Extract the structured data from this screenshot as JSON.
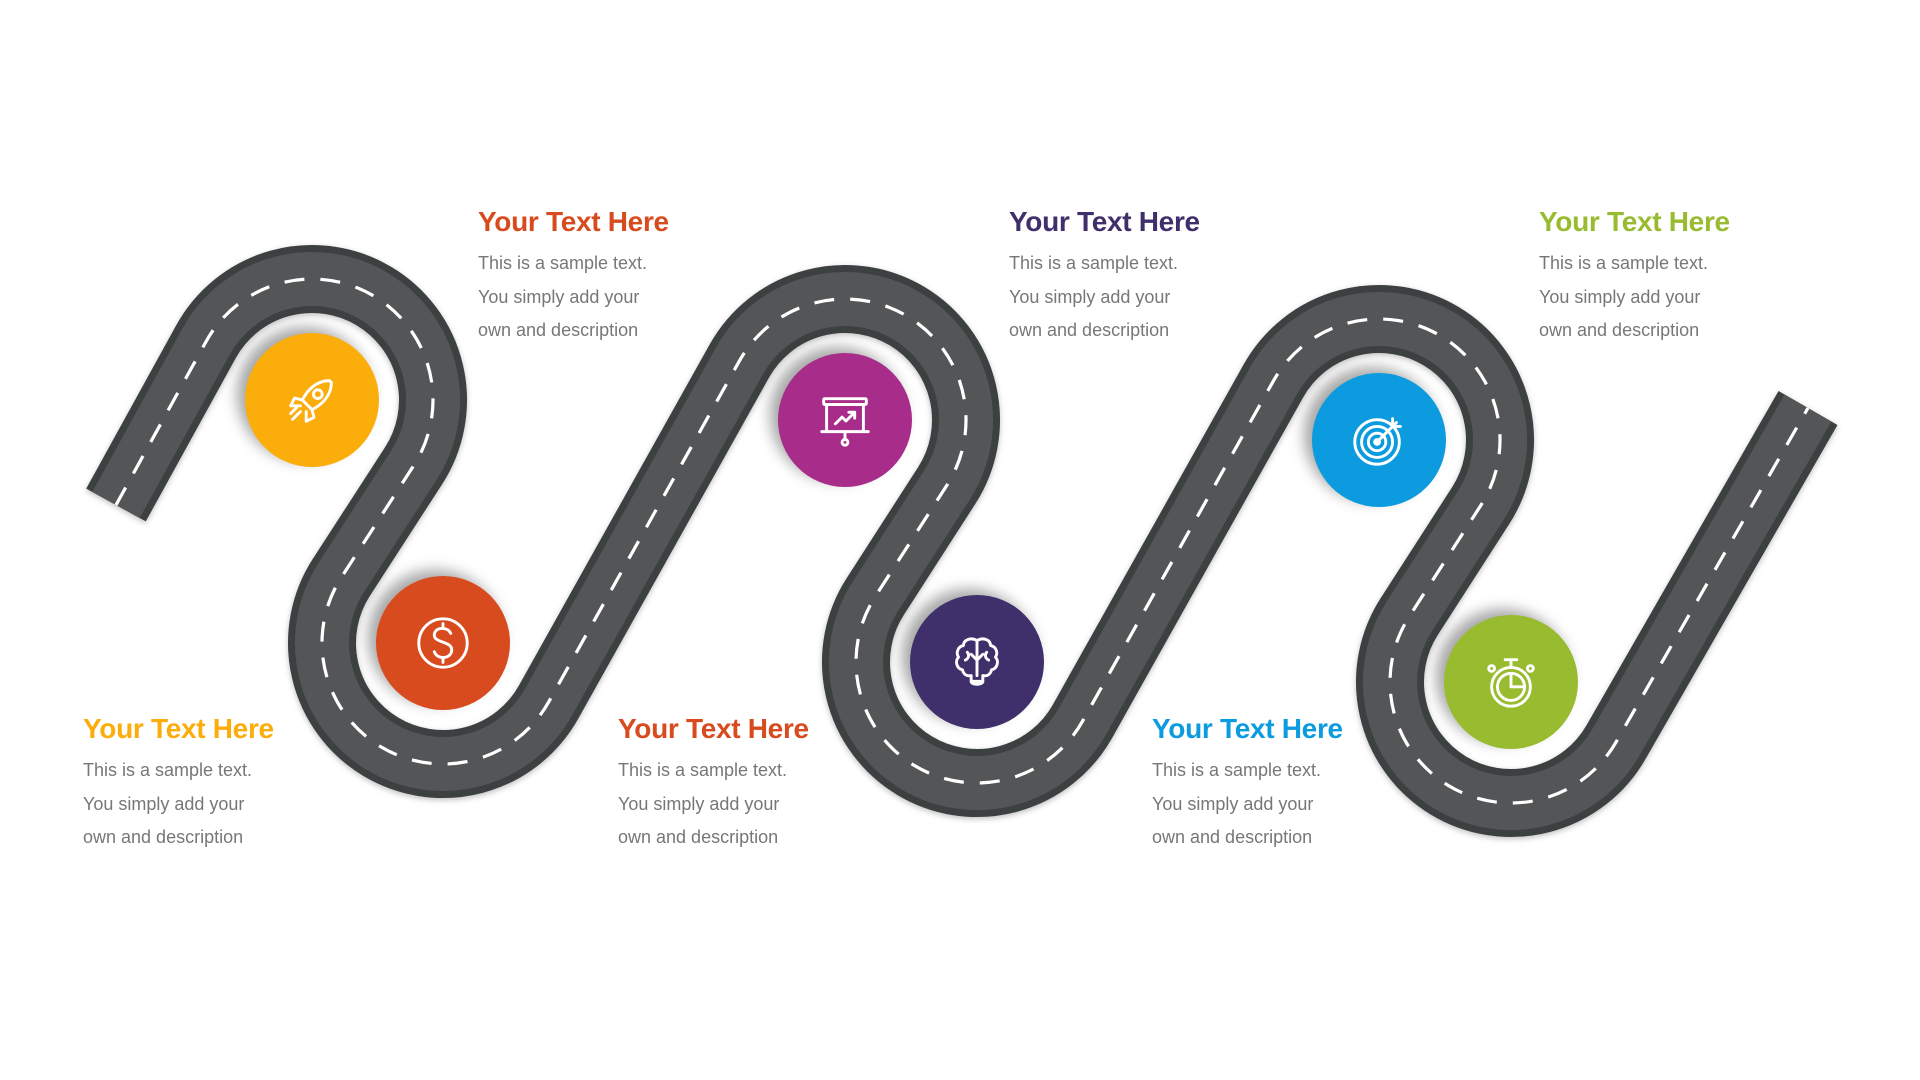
{
  "colors": {
    "road": "#545556",
    "road_edge": "#3e3f40",
    "lane_marking": "#ffffff",
    "body_text": "#777777"
  },
  "milestones": [
    {
      "icon": "rocket-icon",
      "color": "#FBAD0B"
    },
    {
      "icon": "dollar-coin-icon",
      "color": "#D84B1F"
    },
    {
      "icon": "presentation-chart-icon",
      "color": "#A82D8A"
    },
    {
      "icon": "brain-bulb-icon",
      "color": "#3F2F6B"
    },
    {
      "icon": "target-icon",
      "color": "#0B9BDE"
    },
    {
      "icon": "stopwatch-icon",
      "color": "#98BB2F"
    }
  ],
  "blocks": [
    {
      "title": "Your Text Here",
      "color": "#FBAD0B",
      "lines": [
        "This is a sample text.",
        "You simply add your",
        "own and description"
      ]
    },
    {
      "title": "Your Text Here",
      "color": "#D84B1F",
      "lines": [
        "This is a sample text.",
        "You simply add your",
        "own and description"
      ]
    },
    {
      "title": "Your Text Here",
      "color": "#D84B1F",
      "lines": [
        "This is a sample text.",
        "You simply add your",
        "own and description"
      ]
    },
    {
      "title": "Your Text Here",
      "color": "#3F2F6B",
      "lines": [
        "This is a sample text.",
        "You simply add your",
        "own and description"
      ]
    },
    {
      "title": "Your Text Here",
      "color": "#0B9BDE",
      "lines": [
        "This is a sample text.",
        "You simply add your",
        "own and description"
      ]
    },
    {
      "title": "Your Text Here",
      "color": "#98BB2F",
      "lines": [
        "This is a sample text.",
        "You simply add your",
        "own and description"
      ]
    }
  ]
}
